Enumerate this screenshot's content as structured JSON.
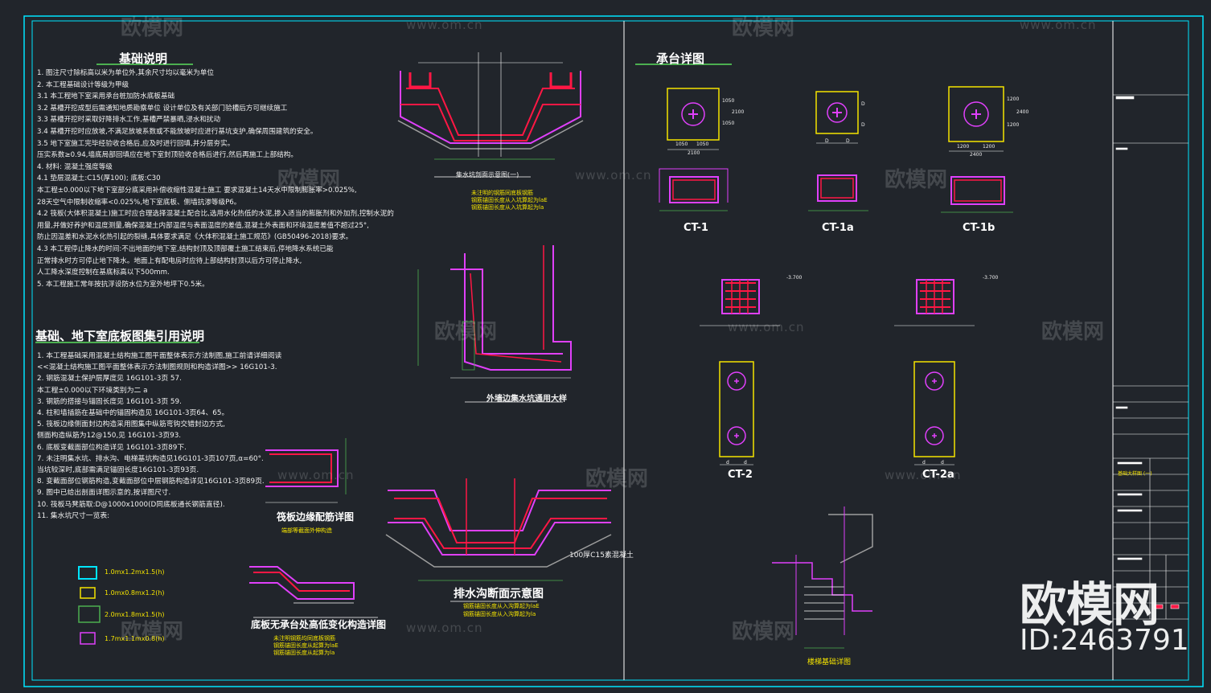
{
  "left_panel": {
    "heading1": "基础说明",
    "notes1": [
      "1. 图注尺寸除标高以米为单位外,其余尺寸均以毫米为单位",
      "2. 本工程基础设计等级为甲级",
      "3.1  本工程地下室采用承台桩加防水底板基础",
      "3.2  基槽开挖成型后需通知地质勘察单位 设计单位及有关部门验槽后方可继续施工",
      "3.3  基槽开挖时采取好降排水工作,基槽严禁暴晒,浸水和扰动",
      "3.4  基槽开挖时应放坡,不满足放坡系数或不能放坡时应进行基坑支护,确保周围建筑的安全。",
      "3.5  地下室施工完毕经验收合格后,应及时进行回填,并分层夯实。",
      "       压实系数≥0.94,墙底局部回填应在地下室封顶验收合格后进行,然后再施工上部结构。",
      "4. 材料: 混凝土强度等级",
      "4.1 垫层混凝土:C15(厚100); 底板:C30",
      "      本工程±0.000以下地下室部分底采用补偿收缩性混凝土施工 要求混凝土14天水中限制膨胀率>0.025%,",
      "      28天空气中限制收缩率<0.025%,地下室底板、侧墙抗渗等级P6。",
      "4.2 筏板(大体积混凝土)施工时应合理选择混凝土配合比,选用水化热低的水泥,掺入适当的膨胀剂和外加剂,控制水泥的",
      "      用量,并做好养护和温度测量,确保混凝土内部温度与表面温度的差值,混凝土外表面和环境温度差值不超过25°,",
      "      防止因温差和水泥水化热引起的裂缝,具体要求满足《大体积混凝土施工规范》(GB50496-2018)要求。",
      "4.3 本工程停止降水的时间:不出地面的地下室,结构封顶及顶部覆土施工结束后,停地降水系统已能",
      "      正常排水时方可停止地下降水。地面上有配电房时应待上部结构封顶以后方可停止降水,",
      "      人工降水深度控制在基底标高以下500mm.",
      "5. 本工程施工常年按抗浮设防水位为室外地坪下0.5米。"
    ],
    "heading2": "基础、地下室底板图集引用说明",
    "notes2": [
      "1. 本工程基础采用混凝土结构施工图平面整体表示方法制图,施工前请详细阅读",
      "   <<混凝土结构施工图平面整体表示方法制图规则和构造详图>> 16G101-3.",
      "2. 钢筋混凝土保护层厚度见 16G101-3页 57.",
      "   本工程±0.000以下环境类别为二 a",
      "3. 钢筋的搭接与锚固长度见 16G101-3页 59.",
      "4. 柱和墙插筋在基础中的锚固构造见 16G101-3页64、65。",
      "5. 筏板边缘侧面封边构造采用图集中纵筋弯钩交错封边方式,",
      "   侧面构造纵筋为12@150,见 16G101-3页93.",
      "6. 底板变截面部位构造详见 16G101-3页89下.",
      "7. 未注明集水坑、排水沟、电梯基坑构造见16G101-3页107页,α=60°.",
      "   当坑较深时,底部需满足锚固长度16G101-3页93页.",
      "8. 变截面部位钢筋构造,变截面部位中层钢筋构造详见16G101-3页89页.",
      "9. 图中已给出剖面详图示意的,按详图尺寸.",
      "10. 筏板马凳筋取:D@1000x1000(D同底板通长钢筋直径).",
      "11. 集水坑尺寸一览表:"
    ],
    "legend": [
      {
        "label": "1.0mx1.2mx1.5(h)",
        "color": "#00e5ff"
      },
      {
        "label": "1.0mx0.8mx1.2(h)",
        "color": "#f5e400"
      },
      {
        "label": "2.0mx1.8mx1.5(h)",
        "color": "#4caf50"
      },
      {
        "label": "1.7mx1.1mx0.8(h)",
        "color": "#e040fb"
      }
    ]
  },
  "middle_panel": {
    "detail_captions": {
      "pit_section": "集水坑剖面示意图(一)",
      "outer_wall": "外墙边集水坑通用大样",
      "raft_edge": "筏板边缘配筋详图",
      "raft_edge_sub": "端部等截面外伸构造",
      "elevation_change": "底板无承台处高低变化构造详图",
      "drain_ditch": "排水沟断面示意图",
      "ditch_label": "100厚C15素混凝土"
    },
    "notes_pit": [
      "未注明的钢筋同底板钢筋",
      "钢筋锚固长度从入坑算起为laE",
      "钢筋锚固长度从入坑算起为la"
    ],
    "notes_elev": [
      "未注明钢筋均同底板钢筋",
      "钢筋锚固长度从起算为laE",
      "钢筋锚固长度从起算为la"
    ],
    "notes_ditch": [
      "钢筋锚固长度从入沟算起为laE",
      "钢筋锚固长度从入沟算起为la"
    ]
  },
  "right_panel": {
    "heading": "承台详图",
    "caps": [
      {
        "label": "CT-1",
        "dims": [
          "1050",
          "1050",
          "2100"
        ],
        "side": [
          "1050",
          "1050",
          "2100"
        ]
      },
      {
        "label": "CT-1a",
        "dims": [
          "D",
          "D"
        ],
        "side": [
          "D",
          "D"
        ]
      },
      {
        "label": "CT-1b",
        "dims": [
          "1200",
          "1200",
          "2400"
        ],
        "side": [
          "1200",
          "1200",
          "2400"
        ]
      },
      {
        "label": "CT-2",
        "dims": [
          "d",
          "d"
        ]
      },
      {
        "label": "CT-2a",
        "dims": [
          "d",
          "d"
        ]
      }
    ],
    "elev_mark": "-3.700",
    "bottom_caption": "楼梯基础详图"
  },
  "title_block": {
    "drawing_name": "基础大样图 (一)"
  },
  "watermark": {
    "brand": "欧模网",
    "url": "www.om.cn",
    "id": "ID:2463791"
  },
  "colors": {
    "frame": "#00e5ff",
    "rebar": "#ff1744",
    "concrete": "#e040fb",
    "dim": "#4caf50",
    "annot": "#f5e400"
  }
}
